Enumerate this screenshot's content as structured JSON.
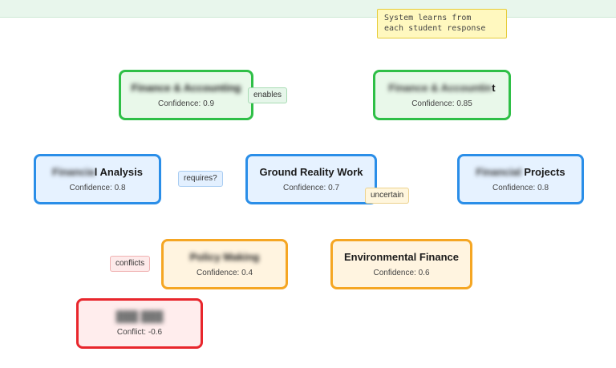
{
  "note": {
    "text": "System learns from\neach student response"
  },
  "nodes": {
    "finance_accounting_1": {
      "title": "Finance & Accounting",
      "confidence": "Confidence: 0.9"
    },
    "finance_accounting_2": {
      "title_blurred": "Finance & Accountin",
      "title_suffix": "t",
      "confidence": "Confidence: 0.85"
    },
    "analysis": {
      "title_blurred": "Financia",
      "title_suffix": "l Analysis",
      "confidence": "Confidence: 0.8"
    },
    "ground_reality": {
      "title": "Ground Reality Work",
      "confidence": "Confidence: 0.7"
    },
    "projects": {
      "title_blurred": "Financial",
      "title_suffix": " Projects",
      "confidence": "Confidence: 0.8"
    },
    "policy_making": {
      "title": "Policy Making",
      "confidence": "Confidence: 0.4"
    },
    "environmental_finance": {
      "title": "Environmental Finance",
      "confidence": "Confidence: 0.6"
    },
    "conflict_node": {
      "title": "███ ███",
      "confidence": "Conflict: -0.6"
    }
  },
  "edge_labels": {
    "enables": "enables",
    "requires": "requires?",
    "uncertain": "uncertain",
    "conflicts": "conflicts"
  },
  "colors": {
    "strong": "#2fbf47",
    "medium": "#2a8ee8",
    "weak": "#f5a623",
    "conflict": "#e8262c"
  }
}
